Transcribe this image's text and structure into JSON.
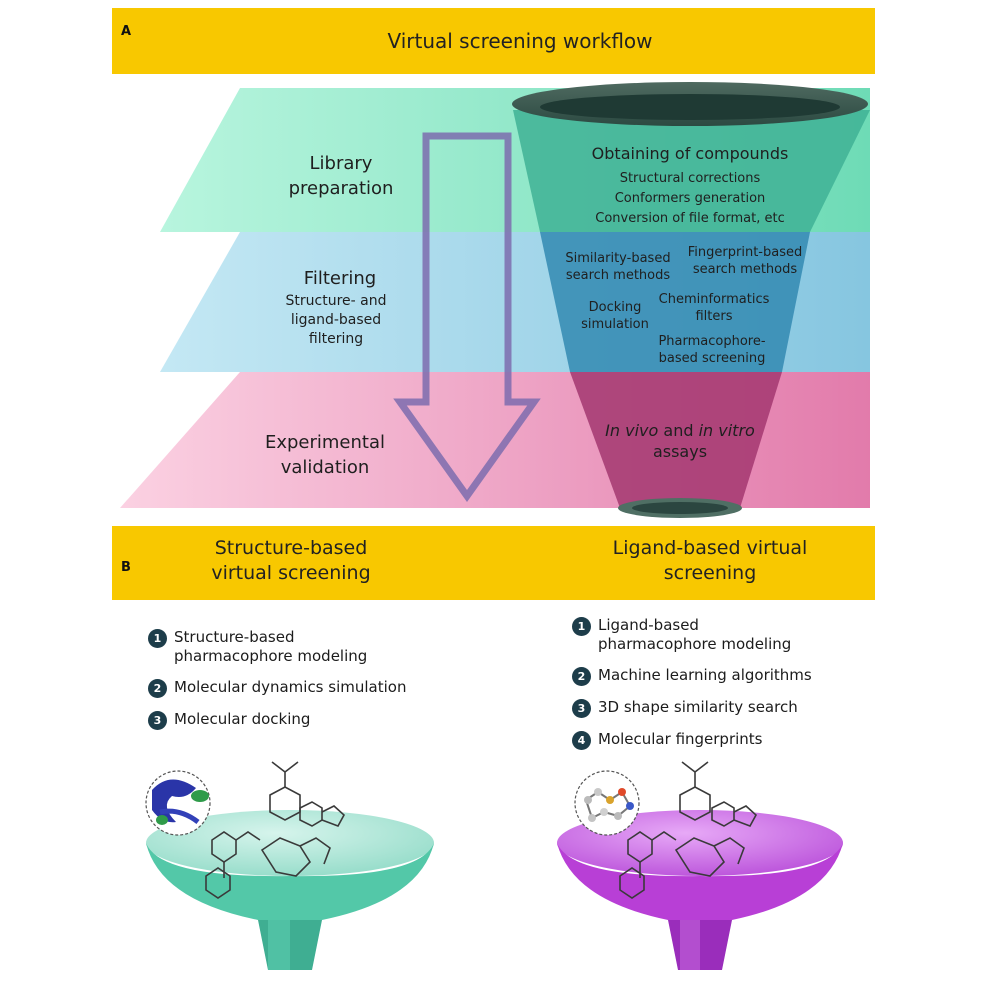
{
  "panel_a": {
    "letter": "A",
    "title": "Virtual screening workflow",
    "stages": [
      {
        "label": "Library preparation",
        "details": [
          "Obtaining of compounds",
          "Structural corrections",
          "Conformers generation",
          "Conversion of file format, etc"
        ]
      },
      {
        "label": "Filtering",
        "sublabel": "Structure- and ligand-based filtering",
        "methods": [
          "Similarity-based search methods",
          "Fingerprint-based search methods",
          "Docking simulation",
          "Cheminformatics filters",
          "Pharmacophore-based screening"
        ]
      },
      {
        "label": "Experimental validation",
        "assays": {
          "italic1": "In vivo",
          "text1": " and ",
          "italic2": "in vitro",
          "text2": " assays"
        }
      }
    ]
  },
  "panel_b": {
    "letter": "B",
    "left": {
      "title": "Structure-based virtual screening",
      "items": [
        {
          "num": "1",
          "text": "Structure-based pharmacophore modeling"
        },
        {
          "num": "2",
          "text": "Molecular dynamics simulation"
        },
        {
          "num": "3",
          "text": "Molecular docking"
        }
      ]
    },
    "right": {
      "title": "Ligand-based virtual screening",
      "items": [
        {
          "num": "1",
          "text": "Ligand-based pharmacophore modeling"
        },
        {
          "num": "2",
          "text": "Machine learning algorithms"
        },
        {
          "num": "3",
          "text": "3D shape similarity search"
        },
        {
          "num": "4",
          "text": "Molecular fingerprints"
        }
      ]
    }
  },
  "colors": {
    "banner": "#f8c800",
    "library": "#8fe8c4",
    "filtering": "#9ed4e8",
    "validation": "#f0a0c4",
    "funnel_teal": "#3aaa90",
    "funnel_blue": "#3d90b6",
    "funnel_magenta": "#a8326e",
    "arrow": "#7a6aa8",
    "left_funnel": "#4cc4a4",
    "right_funnel": "#b540d8",
    "number_badge": "#1d3d4a"
  }
}
